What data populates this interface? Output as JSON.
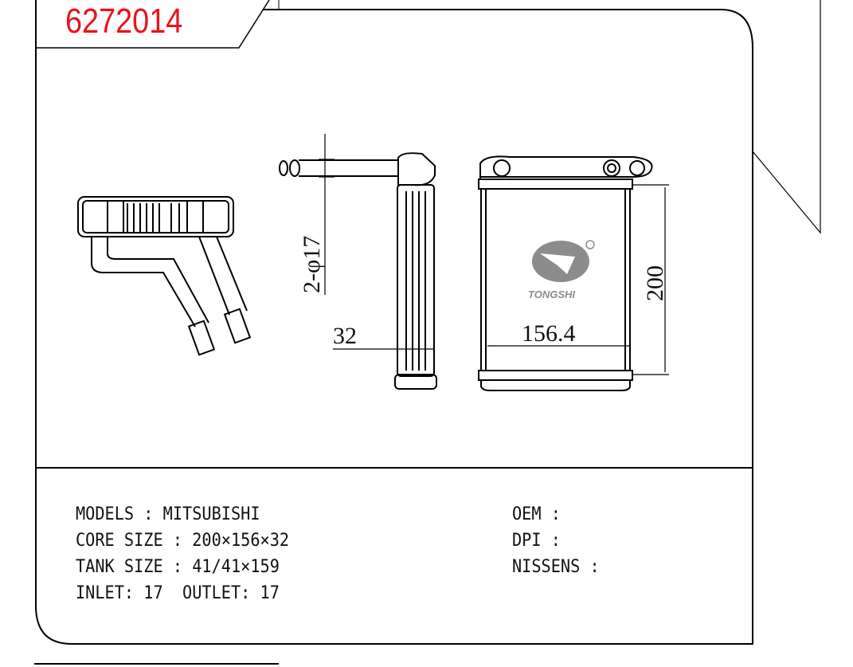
{
  "part_number": "6272014",
  "side_brand": "MITSUBISHI",
  "logo": {
    "text": "TONGSHI",
    "registered": "®"
  },
  "dimensions": {
    "pipe": "2-φ17",
    "depth": "32",
    "width": "156.4",
    "height": "200"
  },
  "specs": {
    "models": "MODELS : MITSUBISHI",
    "core_size": "CORE SIZE : 200×156×32",
    "tank_size": "TANK SIZE : 41/41×159",
    "inlet_outlet": "INLET: 17  OUTLET: 17",
    "oem": "OEM :",
    "dpi": "DPI :",
    "nissens": "NISSENS :"
  },
  "colors": {
    "part_number": "#e8141c",
    "logo": "#8c8c8c"
  }
}
